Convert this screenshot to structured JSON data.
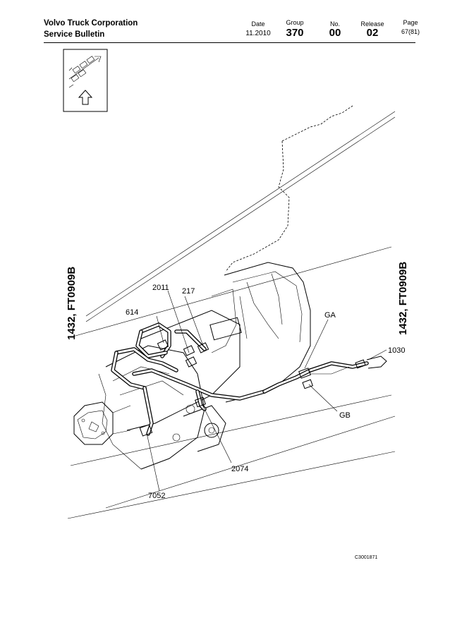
{
  "header": {
    "company": "Volvo Truck Corporation",
    "document_type": "Service Bulletin",
    "date_label": "Date",
    "date_value": "11.2010",
    "group_label": "Group",
    "group_value": "370",
    "no_label": "No.",
    "no_value": "00",
    "release_label": "Release",
    "release_value": "02",
    "page_label": "Page",
    "page_value": "67(81)"
  },
  "figure": {
    "side_label_left": "1432, FT0909B",
    "side_label_right": "1432, FT0909B",
    "callouts": [
      "2011",
      "217",
      "614",
      "GA",
      "1030",
      "GB",
      "2074",
      "7052"
    ],
    "figure_id": "C3001871"
  },
  "icons": {
    "orientation": "truck-orientation-icon",
    "direction": "up-arrow-icon"
  }
}
